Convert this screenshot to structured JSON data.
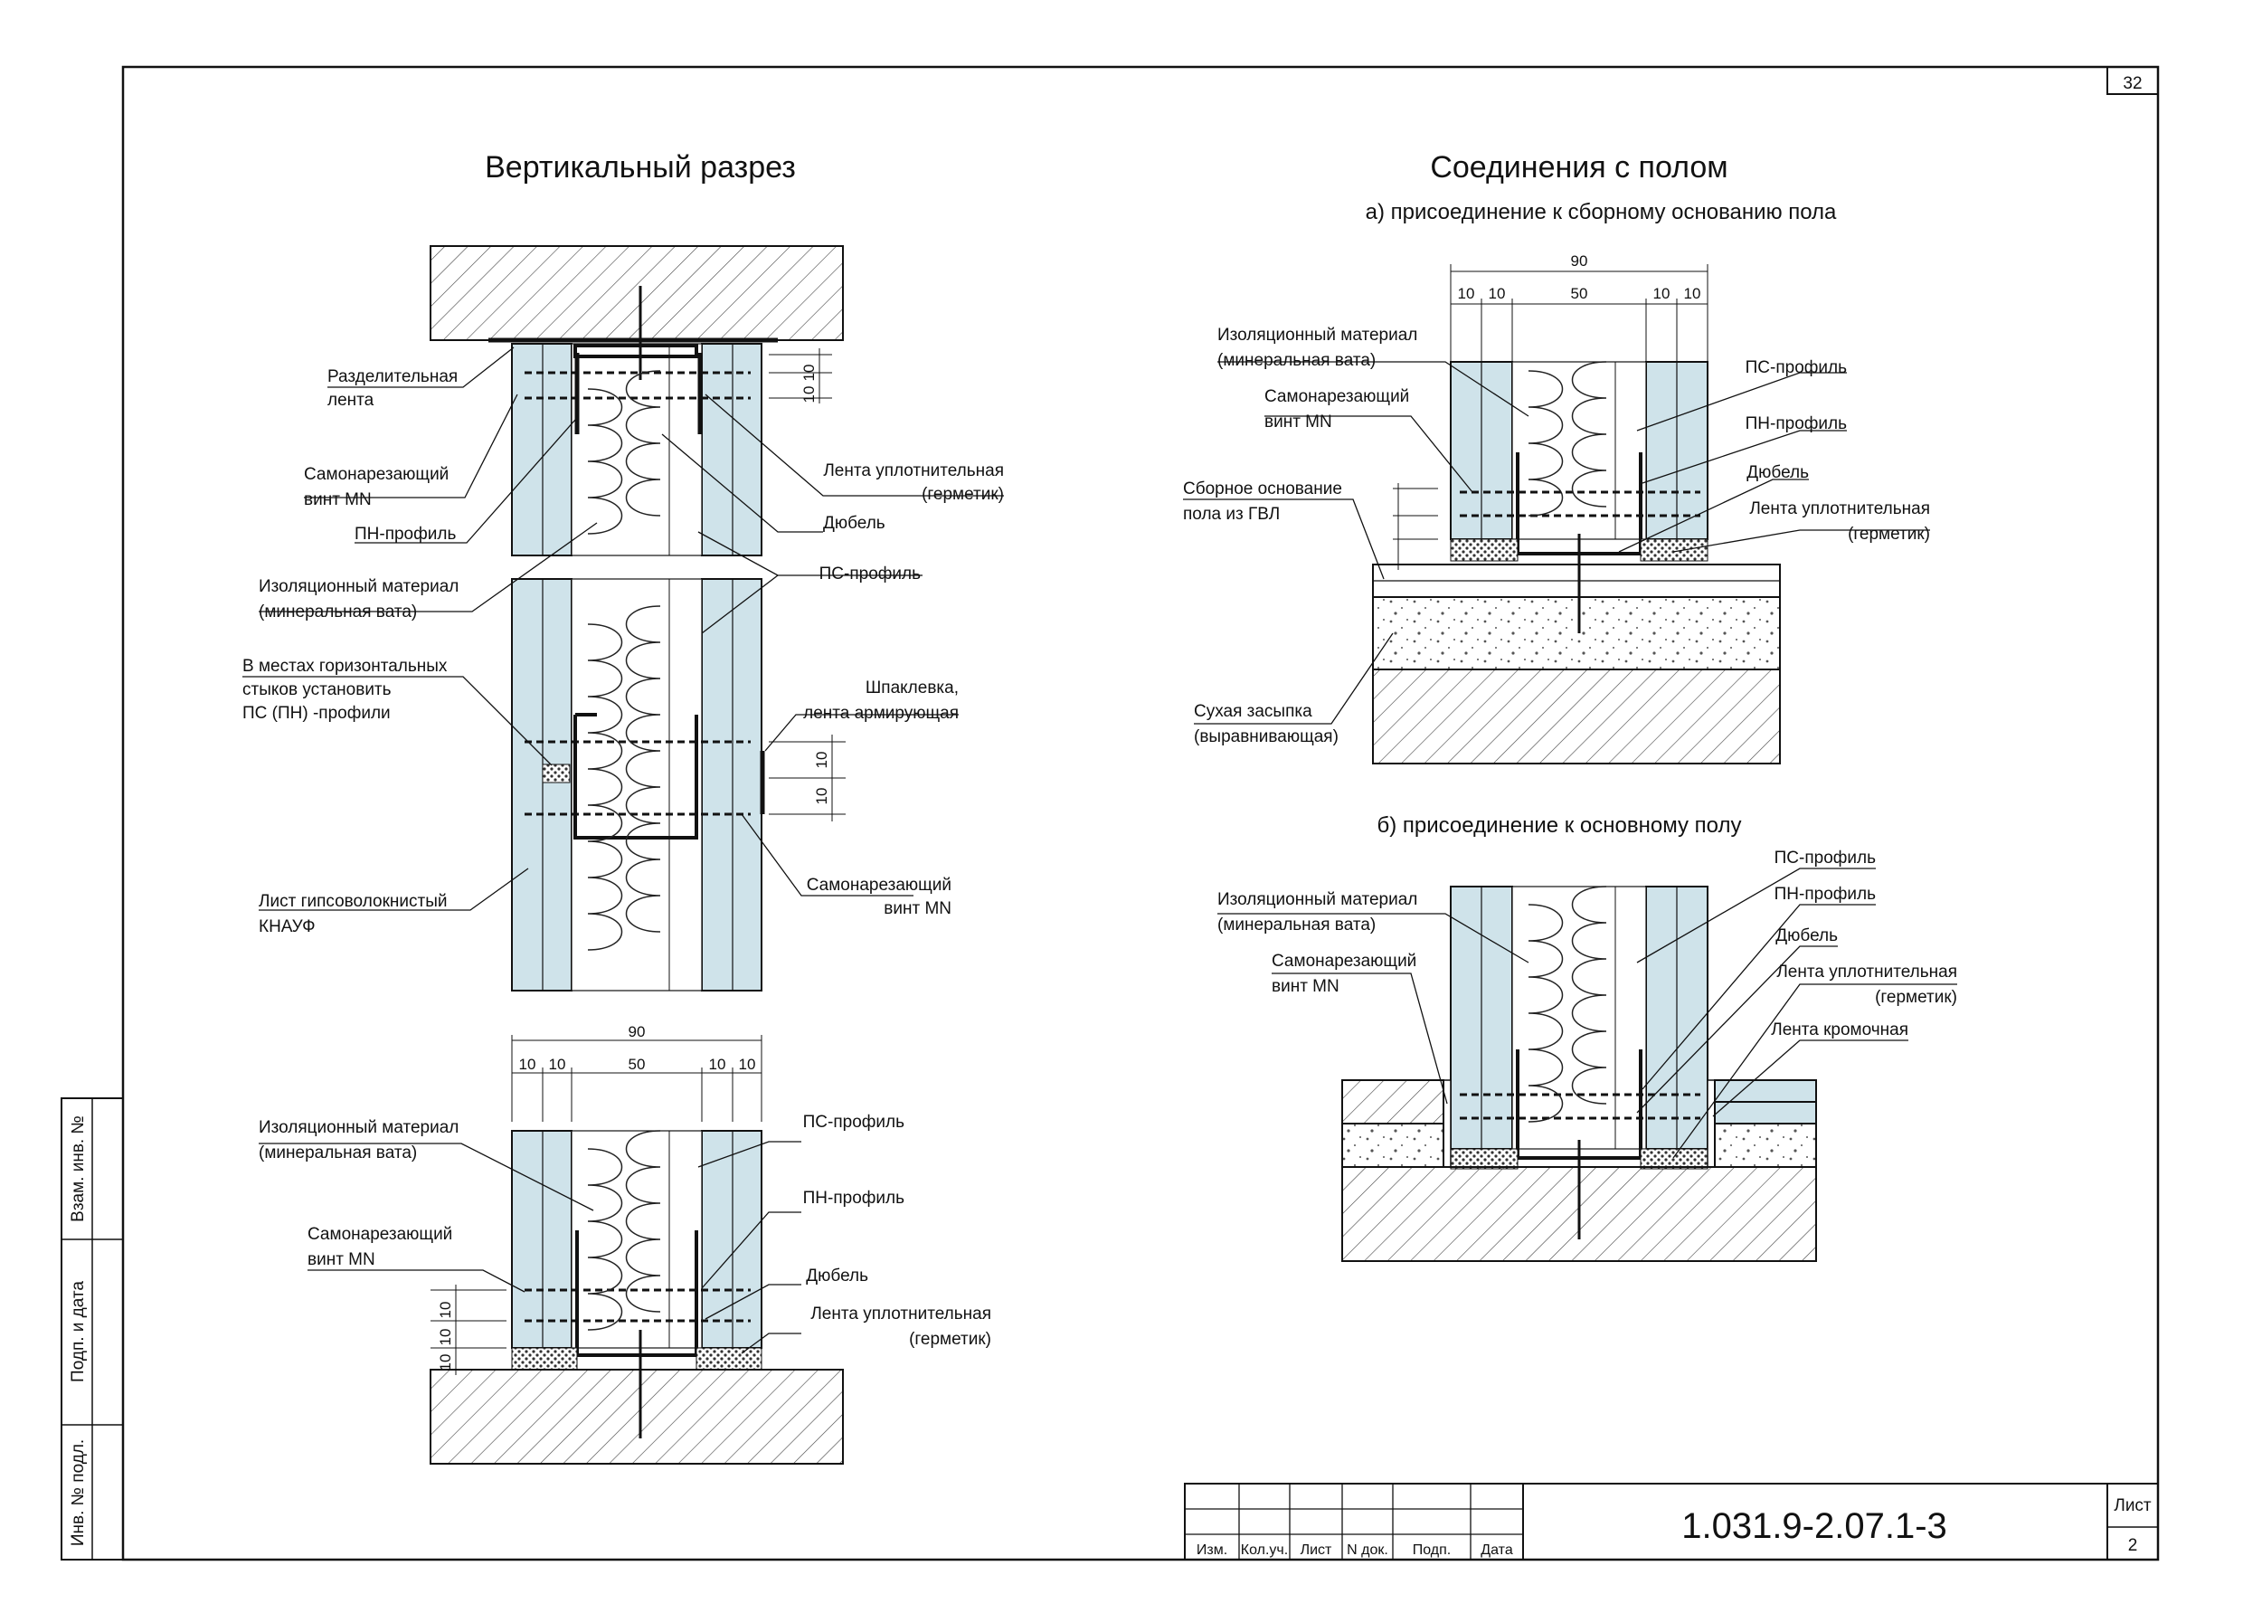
{
  "sheet": {
    "page_number": "32",
    "code": "1.031.9-2.07.1-3",
    "list_label": "Лист",
    "list_value": "2"
  },
  "side_stamp": {
    "col1": "Инв. № подл.",
    "col2": "Подп. и дата",
    "col3": "Взам. инв. №"
  },
  "stamp_headers": [
    "Изм.",
    "Кол.уч.",
    "Лист",
    "N док.",
    "Подп.",
    "Дата"
  ],
  "left": {
    "title": "Вертикальный разрез",
    "labels": {
      "sep_tape_1": "Разделительная",
      "sep_tape_2": "лента",
      "screw_1": "Самонарезающий",
      "screw_2": "винт MN",
      "pn_profile": "ПН-профиль",
      "insul_1": "Изоляционный материал",
      "insul_2": "(минеральная вата)",
      "horiz_1": "В местах горизонтальных",
      "horiz_2": "стыков установить",
      "horiz_3": "ПС (ПН) -профили",
      "sheet_1": "Лист гипсоволокнистый",
      "sheet_2": "КНАУФ",
      "seal_1": "Лента уплотнительная",
      "seal_2": "(герметик)",
      "dowel": "Дюбель",
      "ps_profile": "ПС-профиль",
      "putty_1": "Шпаклевка,",
      "putty_2": "лента армирующая",
      "screw_r1": "Самонарезающий",
      "screw_r2": "винт MN"
    },
    "dims": {
      "d10a": "10",
      "d10b": "10"
    },
    "bottom": {
      "dim_total": "90",
      "dims": [
        "10",
        "10",
        "50",
        "10",
        "10"
      ],
      "vdims": [
        "10",
        "10",
        "10"
      ],
      "labels": {
        "insul_1": "Изоляционный материал",
        "insul_2": "(минеральная вата)",
        "screw_1": "Самонарезающий",
        "screw_2": "винт MN",
        "ps_profile": "ПС-профиль",
        "pn_profile": "ПН-профиль",
        "dowel": "Дюбель",
        "seal_1": "Лента уплотнительная",
        "seal_2": "(герметик)"
      }
    }
  },
  "right": {
    "title": "Соединения с полом",
    "a": {
      "subtitle": "а) присоединение к сборному основанию пола",
      "dim_total": "90",
      "dims": [
        "10",
        "10",
        "50",
        "10",
        "10"
      ],
      "labels": {
        "insul_1": "Изоляционный материал",
        "insul_2": "(минеральная вата)",
        "screw_1": "Самонарезающий",
        "screw_2": "винт MN",
        "base_1": "Сборное основание",
        "base_2": "пола из ГВЛ",
        "dry_1": "Сухая засыпка",
        "dry_2": "(выравнивающая)",
        "ps_profile": "ПС-профиль",
        "pn_profile": "ПН-профиль",
        "dowel": "Дюбель",
        "seal_1": "Лента уплотнительная",
        "seal_2": "(герметик)"
      }
    },
    "b": {
      "subtitle": "б) присоединение к основному полу",
      "labels": {
        "insul_1": "Изоляционный материал",
        "insul_2": "(минеральная вата)",
        "screw_1": "Самонарезающий",
        "screw_2": "винт MN",
        "ps_profile": "ПС-профиль",
        "pn_profile": "ПН-профиль",
        "dowel": "Дюбель",
        "seal_1": "Лента уплотнительная",
        "seal_2": "(герметик)",
        "edge": "Лента кромочная"
      }
    }
  },
  "colors": {
    "board": "#cfe3ea",
    "line": "#111111",
    "concrete": "#ffffff"
  }
}
